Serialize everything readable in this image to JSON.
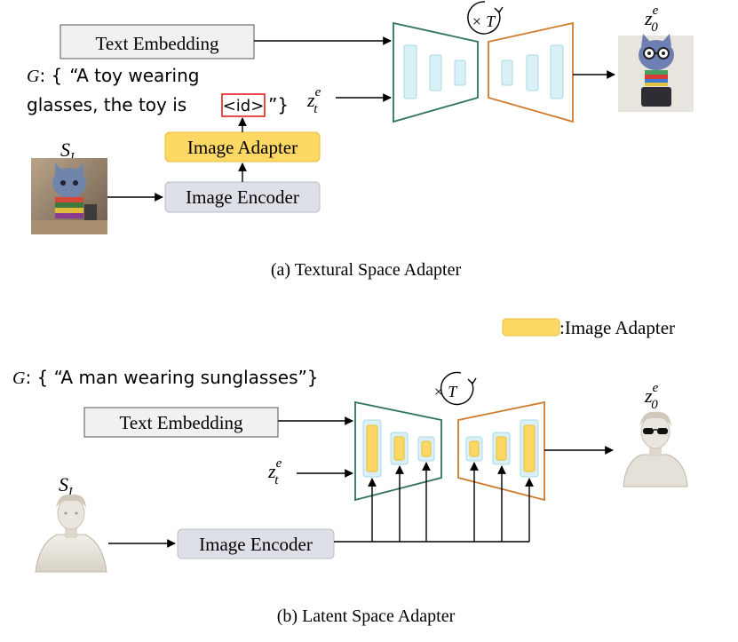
{
  "panel_a": {
    "text_embedding": "Text Embedding",
    "prompt_prefix": "G",
    "prompt_open": ": {",
    "prompt_line1": "“A toy wearing",
    "prompt_line2": "glasses, the toy is",
    "prompt_token": "<id>",
    "prompt_close": "”}",
    "image_adapter": "Image Adapter",
    "image_encoder": "Image Encoder",
    "source_label": "S",
    "source_sub": "I",
    "noisy_latent": "z",
    "noisy_sup": "e",
    "noisy_sub": "t",
    "output_latent": "z",
    "output_sup": "e",
    "output_sub": "0",
    "loop_label": "× T",
    "caption": "(a) Textural Space Adapter"
  },
  "legend": {
    "label": ":Image Adapter",
    "color": "#FDD865"
  },
  "panel_b": {
    "prompt_prefix": "G",
    "prompt_text": ": { “A man wearing sunglasses”}",
    "text_embedding": "Text Embedding",
    "image_encoder": "Image Encoder",
    "source_label": "S",
    "source_sub": "I",
    "noisy_latent": "z",
    "noisy_sup": "e",
    "noisy_sub": "t",
    "output_latent": "z",
    "output_sup": "e",
    "output_sub": "0",
    "loop_label": "× T",
    "caption": "(b) Latent Space Adapter"
  },
  "colors": {
    "encoder_outline": "#2E7264",
    "decoder_outline": "#D07A2E",
    "block_fill": "#D9F1F6",
    "adapter_fill": "#FDD865",
    "encoder_box": "#DDE1E7",
    "token_box": "#E02020"
  }
}
